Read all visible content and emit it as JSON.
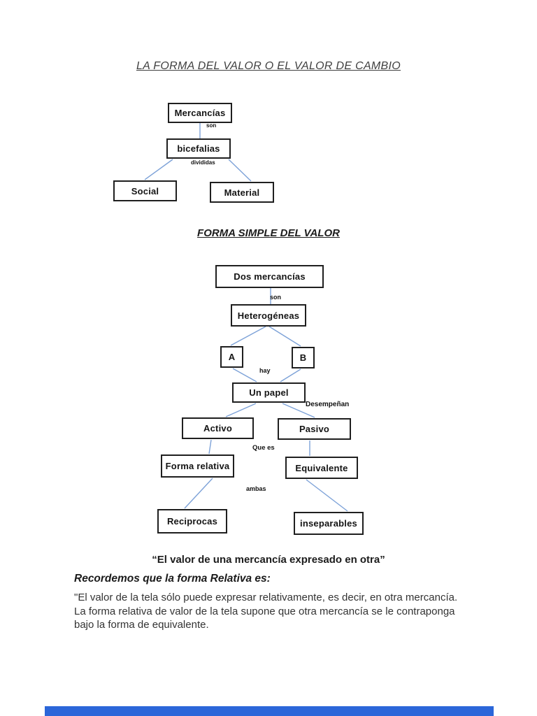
{
  "page": {
    "title": "LA FORMA DEL VALOR O EL VALOR DE CAMBIO"
  },
  "diagram1": {
    "nodes": {
      "mercancias": "Mercancías",
      "bicefalias": "bicefalias",
      "social": "Social",
      "material": "Material"
    },
    "edge_labels": {
      "son": "son",
      "divididas": "divididas"
    }
  },
  "section_simple": {
    "title": "FORMA SIMPLE DEL VALOR"
  },
  "diagram2": {
    "nodes": {
      "dos_mercancias": "Dos mercancías",
      "heterogeneas": "Heterogéneas",
      "a": "A",
      "b": "B",
      "un_papel": "Un papel",
      "activo": "Activo",
      "pasivo": "Pasivo",
      "forma_relativa": "Forma relativa",
      "equivalente": "Equivalente",
      "reciprocas": "Reciprocas",
      "inseparables": "inseparables"
    },
    "edge_labels": {
      "son": "son",
      "hay": "hay",
      "desempenan": "Desempeñan",
      "que_es": "Que es",
      "ambas": "ambas"
    }
  },
  "quote": {
    "text": "“El valor de una mercancía expresado en otra”"
  },
  "recordemos": {
    "heading": "Recordemos que la forma Relativa es:",
    "paragraph": "\"El valor de la tela sólo puede expresar relativamente, es decir, en otra mercancía. La forma relativa de valor de la tela supone que otra mercancía se le contraponga bajo la forma de equivalente."
  },
  "colors": {
    "connector_line": "#7da2d8",
    "box_border": "#1f1f1f",
    "bottom_bar": "#2b66d9"
  }
}
